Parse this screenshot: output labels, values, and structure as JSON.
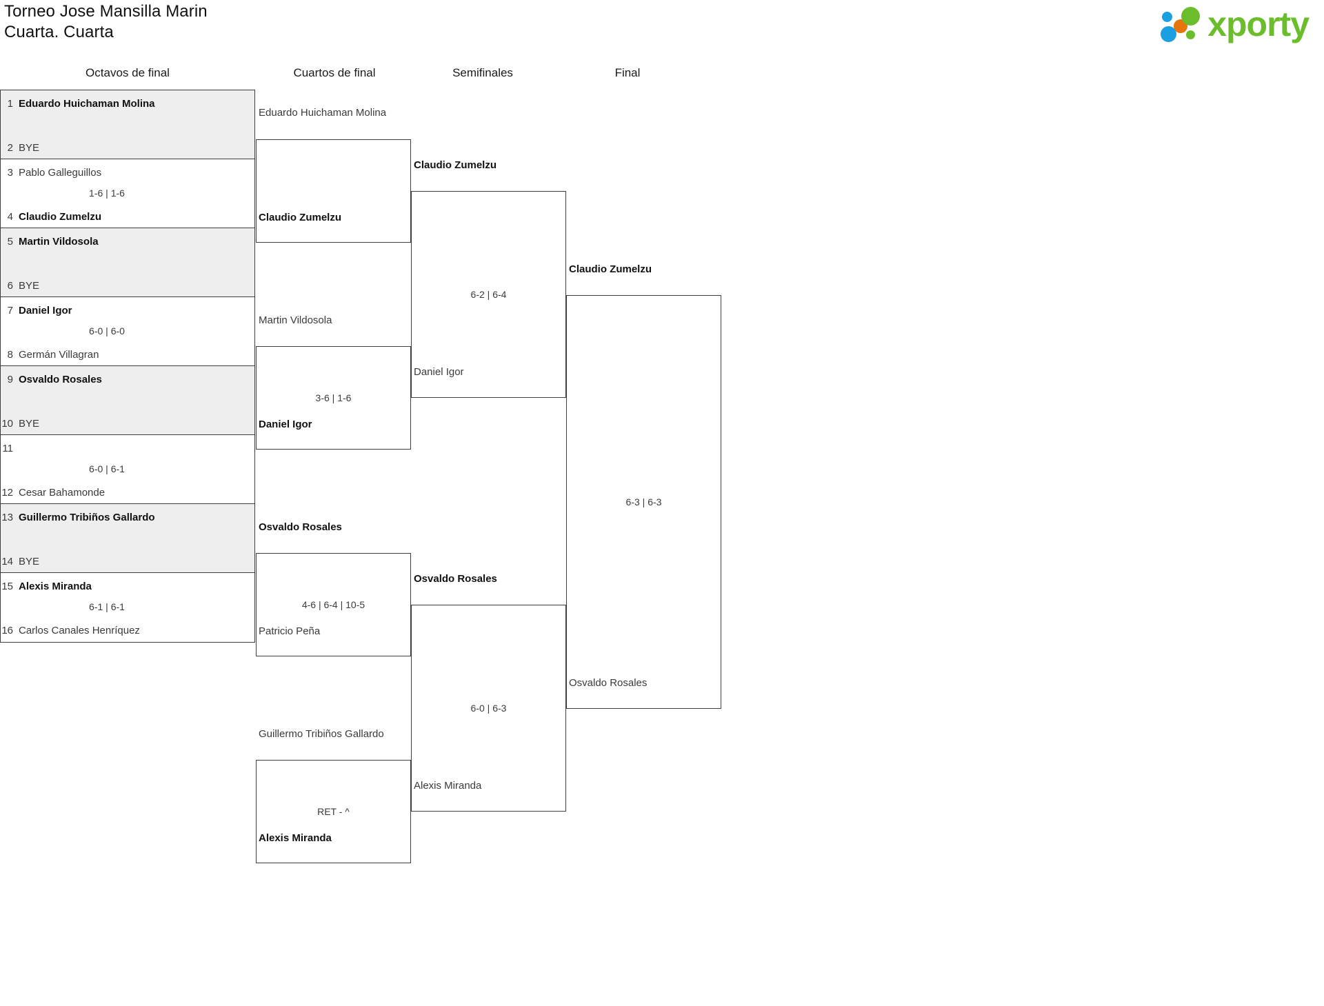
{
  "header": {
    "tournament_name": "Torneo Jose Mansilla Marin",
    "category": "Cuarta. Cuarta",
    "logo_word": "xporty"
  },
  "rounds": [
    {
      "id": "r16",
      "label": "Octavos de final"
    },
    {
      "id": "qf",
      "label": "Cuartos de final"
    },
    {
      "id": "sf",
      "label": "Semifinales"
    },
    {
      "id": "final",
      "label": "Final"
    }
  ],
  "bracket": {
    "round1": [
      {
        "seed_top": "1",
        "top": "Eduardo Huichaman Molina",
        "top_winner": true,
        "seed_bot": "2",
        "bot": "BYE",
        "bot_winner": false,
        "score": ""
      },
      {
        "seed_top": "3",
        "top": "Pablo Galleguillos",
        "top_winner": false,
        "seed_bot": "4",
        "bot": "Claudio Zumelzu",
        "bot_winner": true,
        "score": "1-6 | 1-6"
      },
      {
        "seed_top": "5",
        "top": "Martin Vildosola",
        "top_winner": true,
        "seed_bot": "6",
        "bot": "BYE",
        "bot_winner": false,
        "score": ""
      },
      {
        "seed_top": "7",
        "top": "Daniel Igor",
        "top_winner": true,
        "seed_bot": "8",
        "bot": "Germán Villagran",
        "bot_winner": false,
        "score": "6-0 | 6-0"
      },
      {
        "seed_top": "9",
        "top": "Osvaldo Rosales",
        "top_winner": true,
        "seed_bot": "10",
        "bot": "BYE",
        "bot_winner": false,
        "score": ""
      },
      {
        "seed_top": "11",
        "top": "",
        "top_winner": false,
        "seed_bot": "12",
        "bot": "Cesar Bahamonde",
        "bot_winner": false,
        "score": "6-0 | 6-1"
      },
      {
        "seed_top": "13",
        "top": "Guillermo Tribiños Gallardo",
        "top_winner": true,
        "seed_bot": "14",
        "bot": "BYE",
        "bot_winner": false,
        "score": ""
      },
      {
        "seed_top": "15",
        "top": "Alexis Miranda",
        "top_winner": true,
        "seed_bot": "16",
        "bot": "Carlos Canales Henríquez",
        "bot_winner": false,
        "score": "6-1 | 6-1"
      }
    ],
    "round2": [
      {
        "top": "Eduardo Huichaman Molina",
        "top_winner": false,
        "bot": "Claudio Zumelzu",
        "bot_winner": true,
        "score": ""
      },
      {
        "top": "Martin Vildosola",
        "top_winner": false,
        "bot": "Daniel Igor",
        "bot_winner": true,
        "score": "3-6 | 1-6"
      },
      {
        "top": "Osvaldo Rosales",
        "top_winner": true,
        "bot": "Patricio Peña",
        "bot_winner": false,
        "score": "4-6 | 6-4 | 10-5"
      },
      {
        "top": "Guillermo Tribiños Gallardo",
        "top_winner": false,
        "bot": "Alexis Miranda",
        "bot_winner": true,
        "score": "RET - ^"
      }
    ],
    "round3": [
      {
        "top": "Claudio Zumelzu",
        "top_winner": true,
        "bot": "Daniel Igor",
        "bot_winner": false,
        "score": "6-2 | 6-4"
      },
      {
        "top": "Osvaldo Rosales",
        "top_winner": true,
        "bot": "Alexis Miranda",
        "bot_winner": false,
        "score": "6-0 | 6-3"
      }
    ],
    "round4": [
      {
        "top": "Claudio Zumelzu",
        "top_winner": true,
        "bot": "Osvaldo Rosales",
        "bot_winner": false,
        "score": "6-3 | 6-3"
      }
    ]
  }
}
